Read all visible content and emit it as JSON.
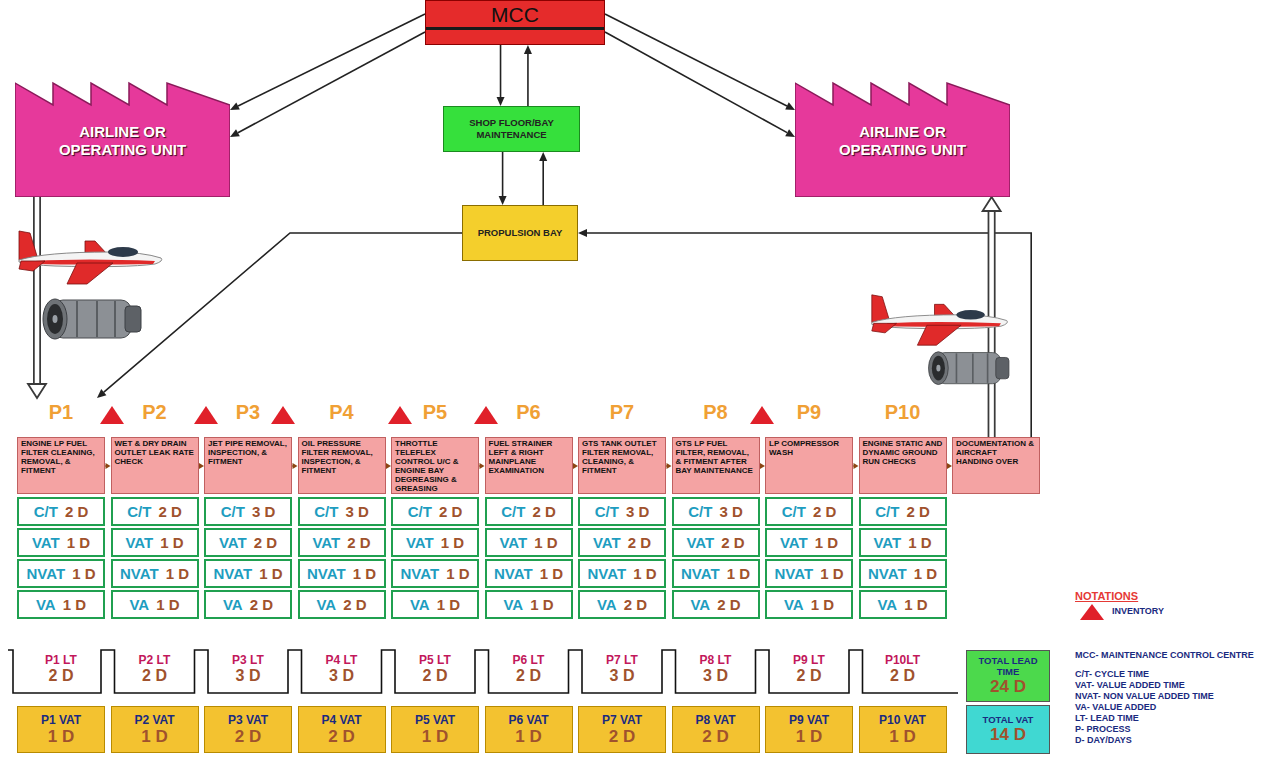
{
  "diagram": {
    "nodes": [
      {
        "text": [
          "MCC"
        ]
      },
      {
        "text": [
          "AIRLINE OR OPERATING UNIT"
        ]
      },
      {
        "text": [
          "SHOP FLOOR/BAY MAINTENANCE"
        ]
      },
      {
        "text": [
          "AIRLINE OR OPERATING UNIT"
        ]
      },
      {
        "text": [
          "PROPULSION BAY"
        ]
      },
      {
        "text": [
          "P1",
          "ENGINE LP FUEL FILTER CLEANING, REMOVAL, & FITMENT"
        ]
      },
      {
        "text": [
          "P2",
          "WET & DRY DRAIN OUTLET LEAK RATE CHECK"
        ]
      },
      {
        "text": [
          "P3",
          "JET PIPE REMOVAL, INSPECTION, & FITMENT"
        ]
      },
      {
        "text": [
          "P4",
          "OIL PRESSURE FILTER REMOVAL, INSPECTION, & FITMENT"
        ]
      },
      {
        "text": [
          "P5",
          "THROTTLE TELEFLEX CONTROL U/C & ENGINE BAY DEGREASING & GREASING"
        ]
      },
      {
        "text": [
          "P6",
          "FUEL STRAINER LEFT & RIGHT MAINPLANE EXAMINATION"
        ]
      },
      {
        "text": [
          "P7",
          "GTS TANK OUTLET FILTER REMOVAL, CLEANING, & FITMENT"
        ]
      },
      {
        "text": [
          "P8",
          "GTS LP FUEL FILTER, REMOVAL, & FITMENT AFTER BAY MAINTENANCE"
        ]
      },
      {
        "text": [
          "P9",
          "LP COMPRESSOR WASH"
        ]
      },
      {
        "text": [
          "P10",
          "ENGINE STATIC AND DYNAMIC GROUND RUN CHECKS"
        ]
      },
      {
        "text": [
          "DOCUMENTATION & AIRCRAFT HANDING OVER"
        ]
      },
      {
        "text": [
          "C/T",
          "2 D"
        ]
      },
      {
        "text": [
          "VAT",
          "1 D"
        ]
      },
      {
        "text": [
          "NVAT",
          "1 D"
        ]
      },
      {
        "text": [
          "VA",
          "1 D"
        ]
      },
      {
        "text": [
          "C/T",
          "2 D"
        ]
      },
      {
        "text": [
          "VAT",
          "1 D"
        ]
      },
      {
        "text": [
          "NVAT",
          "1 D"
        ]
      },
      {
        "text": [
          "VA",
          "1 D"
        ]
      },
      {
        "text": [
          "C/T",
          "3 D"
        ]
      },
      {
        "text": [
          "VAT",
          "2 D"
        ]
      },
      {
        "text": [
          "NVAT",
          "1 D"
        ]
      },
      {
        "text": [
          "VA",
          "2 D"
        ]
      },
      {
        "text": [
          "C/T",
          "3 D"
        ]
      },
      {
        "text": [
          "VAT",
          "2 D"
        ]
      },
      {
        "text": [
          "NVAT",
          "1 D"
        ]
      },
      {
        "text": [
          "VA",
          "2 D"
        ]
      },
      {
        "text": [
          "C/T",
          "2 D"
        ]
      },
      {
        "text": [
          "VAT",
          "1 D"
        ]
      },
      {
        "text": [
          "NVAT",
          "1 D"
        ]
      },
      {
        "text": [
          "VA",
          "1 D"
        ]
      },
      {
        "text": [
          "C/T",
          "2 D"
        ]
      },
      {
        "text": [
          "VAT",
          "1 D"
        ]
      },
      {
        "text": [
          "NVAT",
          "1 D"
        ]
      },
      {
        "text": [
          "VA",
          "1 D"
        ]
      },
      {
        "text": [
          "C/T",
          "3 D"
        ]
      },
      {
        "text": [
          "VAT",
          "2 D"
        ]
      },
      {
        "text": [
          "NVAT",
          "1 D"
        ]
      },
      {
        "text": [
          "VA",
          "2 D"
        ]
      },
      {
        "text": [
          "C/T",
          "3 D"
        ]
      },
      {
        "text": [
          "VAT",
          "2 D"
        ]
      },
      {
        "text": [
          "NVAT",
          "1 D"
        ]
      },
      {
        "text": [
          "VA",
          "2 D"
        ]
      },
      {
        "text": [
          "C/T",
          "2 D"
        ]
      },
      {
        "text": [
          "VAT",
          "1 D"
        ]
      },
      {
        "text": [
          "NVAT",
          "1 D"
        ]
      },
      {
        "text": [
          "VA",
          "1 D"
        ]
      },
      {
        "text": [
          "C/T",
          "2 D"
        ]
      },
      {
        "text": [
          "VAT",
          "1 D"
        ]
      },
      {
        "text": [
          "NVAT",
          "1 D"
        ]
      },
      {
        "text": [
          "VA",
          "1 D"
        ]
      },
      {
        "text": [
          "P1 VAT",
          "1 D"
        ]
      },
      {
        "text": [
          "P2 VAT",
          "1 D"
        ]
      },
      {
        "text": [
          "P3 VAT",
          "2 D"
        ]
      },
      {
        "text": [
          "P4 VAT",
          "2 D"
        ]
      },
      {
        "text": [
          "P5 VAT",
          "1 D"
        ]
      },
      {
        "text": [
          "P6 VAT",
          "1 D"
        ]
      },
      {
        "text": [
          "P7 VAT",
          "2 D"
        ]
      },
      {
        "text": [
          "P8 VAT",
          "2 D"
        ]
      },
      {
        "text": [
          "P9 VAT",
          "1 D"
        ]
      },
      {
        "text": [
          "P10 VAT",
          "1 D"
        ]
      },
      {
        "text": [
          "TOTAL LEAD TIME",
          "24 D"
        ]
      },
      {
        "text": [
          "TOTAL VAT",
          "14 D"
        ]
      }
    ],
    "edges": [
      {
        "from": 0,
        "to": 1,
        "arrow": "to"
      },
      {
        "from": 0,
        "to": 1,
        "arrow": "to"
      },
      {
        "from": 0,
        "to": 3,
        "arrow": "to"
      },
      {
        "from": 0,
        "to": 3,
        "arrow": "to"
      },
      {
        "from": 0,
        "to": 2,
        "arrow": "to"
      },
      {
        "from": 2,
        "to": 0,
        "arrow": "to"
      },
      {
        "from": 2,
        "to": 4,
        "arrow": "to"
      },
      {
        "from": 4,
        "to": 2,
        "arrow": "to"
      },
      {
        "from": 4,
        "to": 5,
        "arrow": "to"
      },
      {
        "from": 15,
        "to": 4,
        "arrow": "to"
      },
      {
        "from": 1,
        "to": 5,
        "arrow": "to"
      },
      {
        "from": 15,
        "to": 3,
        "arrow": "to"
      },
      {
        "from": 5,
        "to": 6,
        "arrow": "to"
      },
      {
        "from": 6,
        "to": 7,
        "arrow": "to"
      },
      {
        "from": 7,
        "to": 8,
        "arrow": "to"
      },
      {
        "from": 8,
        "to": 9,
        "arrow": "to"
      },
      {
        "from": 9,
        "to": 10,
        "arrow": "to"
      },
      {
        "from": 10,
        "to": 11,
        "arrow": "to"
      },
      {
        "from": 11,
        "to": 12,
        "arrow": "to"
      },
      {
        "from": 12,
        "to": 13,
        "arrow": "to"
      },
      {
        "from": 13,
        "to": 14,
        "arrow": "to"
      },
      {
        "from": 14,
        "to": 15,
        "arrow": "to"
      }
    ],
    "labels": [
      "P1 LT",
      "2 D",
      "P2 LT",
      "2 D",
      "P3 LT",
      "3 D",
      "P4 LT",
      "3 D",
      "P5 LT",
      "2 D",
      "P6 LT",
      "2 D",
      "P7 LT",
      "3 D",
      "P8 LT",
      "3 D",
      "P9 LT",
      "2 D",
      "P10LT",
      "2 D",
      "NOTATIONS"
    ],
    "legend": [
      {
        "text": "INVENTORY"
      },
      {
        "text": "MCC- MAINTENANCE CONTROL CENTRE"
      },
      {
        "text": "C/T- CYCLE TIME"
      },
      {
        "text": "VAT- VALUE ADDED TIME"
      },
      {
        "text": "NVAT- NON VALUE ADDED TIME"
      },
      {
        "text": "VA- VALUE ADDED"
      },
      {
        "text": "LT- LEAD TIME"
      },
      {
        "text": "P- PROCESS"
      },
      {
        "text": "D- DAY/DAYS"
      }
    ]
  }
}
